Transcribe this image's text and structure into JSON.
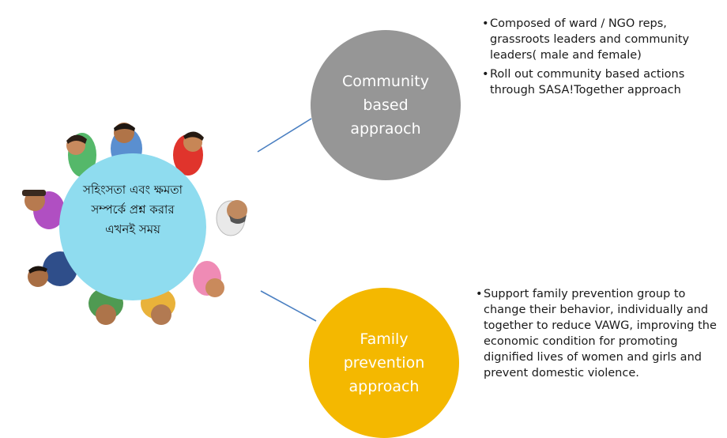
{
  "center_circle": {
    "lines": [
      "সহিংসতা এবং ক্ষমতা",
      "সম্পর্কে প্রশ্ন করার",
      "এখনই সময়"
    ],
    "color": "#8fdcef"
  },
  "community": {
    "label_lines": [
      "Community",
      "based",
      "appraoch"
    ],
    "color": "#969696",
    "bullets": [
      "Composed of ward / NGO reps, grassroots leaders and community leaders( male and female)",
      "Roll out community based actions through SASA!Together approach"
    ]
  },
  "family": {
    "label_lines": [
      "Family",
      "prevention",
      "approach"
    ],
    "color": "#f4b800",
    "bullets": [
      "Support family prevention group to change their behavior, individually and together to reduce VAWG, improving the economic condition for promoting dignified lives of women  and girls and prevent domestic violence."
    ]
  },
  "connector_color": "#4a7fc1"
}
